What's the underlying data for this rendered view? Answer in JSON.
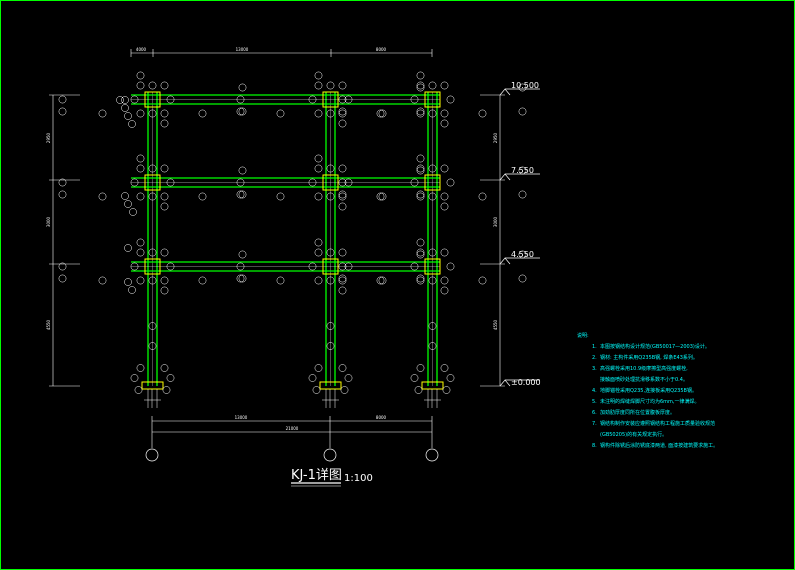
{
  "drawing": {
    "title": "KJ-1详图",
    "scale": "1:100"
  },
  "levels": [
    {
      "label": "10.500"
    },
    {
      "label": "7.550"
    },
    {
      "label": "4.550"
    },
    {
      "label": "±0.000"
    }
  ],
  "dimensions": {
    "top": [
      "4000",
      "13000",
      "8000"
    ],
    "bottom_spans": [
      "13000",
      "8000"
    ],
    "bottom_total": "21000",
    "left": [
      "2950",
      "3000",
      "4550"
    ],
    "right": [
      "2950",
      "3000",
      "4550"
    ]
  },
  "notes": {
    "heading": "说明:",
    "items": [
      {
        "num": "1.",
        "text": "本图按钢结构设计规范(GB50017—2003)设计。"
      },
      {
        "num": "2.",
        "text": "钢材: 主构件采用Q235B钢, 焊条E43系列。"
      },
      {
        "num": "3.",
        "text": "高强螺栓采用10.9级摩擦型高强度螺栓,"
      },
      {
        "num": "",
        "text": "接触面喷砂处理抗滑移系数不小于0.4。"
      },
      {
        "num": "4.",
        "text": "地脚锚栓采用Q235,连接板采用Q235B钢。"
      },
      {
        "num": "5.",
        "text": "未注明的焊缝焊脚尺寸均为6mm,一律满焊。"
      },
      {
        "num": "6.",
        "text": "加劲肋厚度同所在位置腹板厚度。"
      },
      {
        "num": "7.",
        "text": "钢结构制作安装应遵照钢结构工程施工质量验收规范"
      },
      {
        "num": "",
        "text": "(GB50205)的有关规定执行。"
      },
      {
        "num": "8.",
        "text": "钢构件除锈后涂防锈底漆两道, 面漆按建筑要求施工。"
      }
    ]
  },
  "colors": {
    "background": "#000000",
    "frame_border": "#00ff00",
    "members": "#00ff00",
    "connections": "#ffff00",
    "annotation": "#ffffff",
    "notes_text": "#00ffff"
  }
}
